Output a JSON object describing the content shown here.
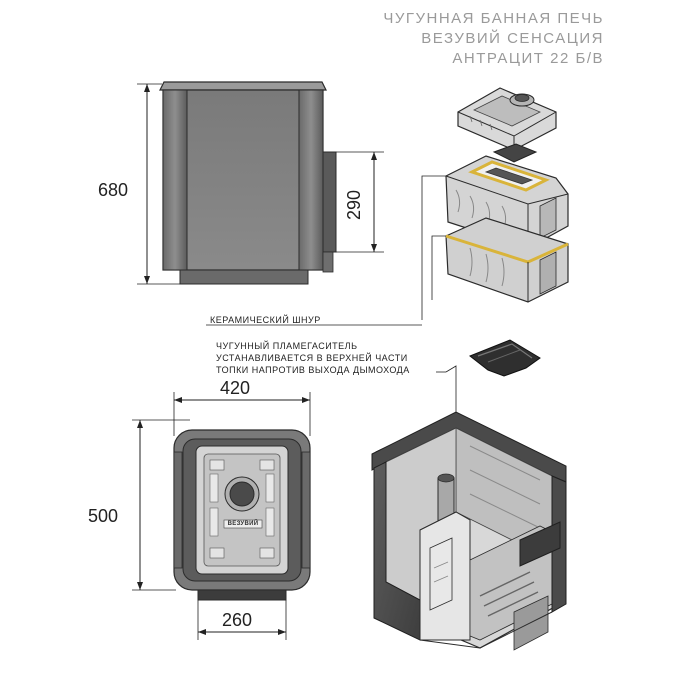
{
  "title": {
    "line1": "ЧУГУННАЯ БАННАЯ ПЕЧЬ",
    "line2": "ВЕЗУВИЙ СЕНСАЦИЯ",
    "line3": "АНТРАЦИТ 22 Б/В"
  },
  "dimensions": {
    "height": "680",
    "tunnel_height": "290",
    "width": "420",
    "depth": "500",
    "tunnel_width": "260"
  },
  "labels": {
    "ceramic_cord": "КЕРАМИЧЕСКИЙ ШНУР",
    "flame_arrester_1": "ЧУГУННЫЙ ПЛАМЕГАСИТЕЛЬ",
    "flame_arrester_2": "УСТАНАВЛИВАЕТСЯ В ВЕРХНЕЙ ЧАСТИ",
    "flame_arrester_3": "ТОПКИ НАПРОТИВ ВЫХОДА ДЫМОХОДА"
  },
  "plate_brand": "ВЕЗУВИЙ",
  "colors": {
    "body_dark": "#5a5a5a",
    "body_light": "#8c8c8c",
    "outline": "#2b2b2b",
    "cast_light": "#d6d6d6",
    "cord": "#d9b43a",
    "title": "#9a9a9a"
  }
}
